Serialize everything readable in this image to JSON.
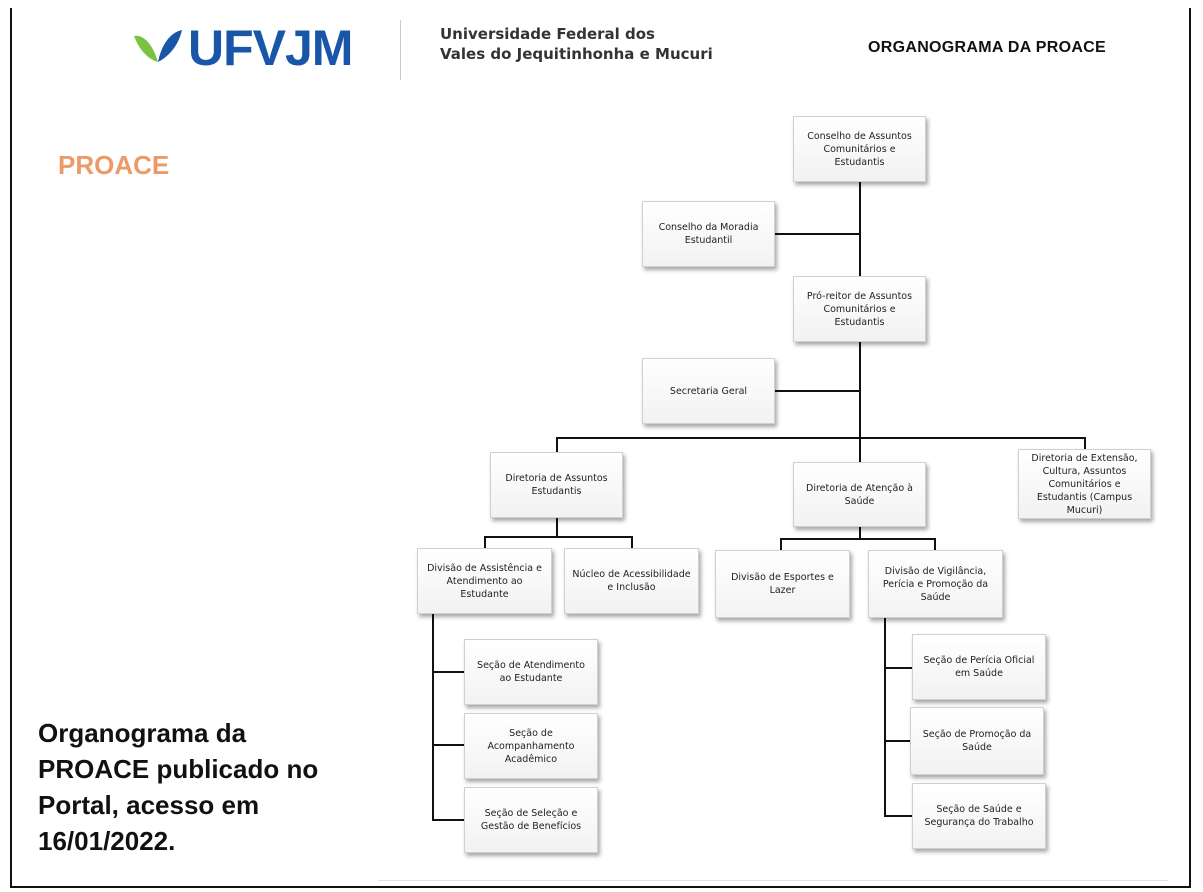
{
  "header": {
    "logo_text": "UFVJM",
    "university_line1": "Universidade Federal dos",
    "university_line2": "Vales do Jequitinhonha e Mucuri",
    "title": "ORGANOGRAMA DA PROACE"
  },
  "side_label": "PROACE",
  "caption": "Organograma da PROACE publicado no Portal, acesso em 16/01/2022.",
  "colors": {
    "logo_blue": "#1a56a8",
    "logo_green": "#7cc242",
    "accent_orange": "#ec9a68"
  },
  "org": {
    "conselho_assuntos": "Conselho de Assuntos Comunitários e Estudantis",
    "conselho_moradia": "Conselho da Moradia Estudantil",
    "pro_reitor": "Pró-reitor de Assuntos Comunitários e Estudantis",
    "secretaria": "Secretaria Geral",
    "diretoria_assuntos": "Diretoria de Assuntos Estudantis",
    "diretoria_saude": "Diretoria de Atenção à Saúde",
    "diretoria_extensao": "Diretoria de Extensão, Cultura, Assuntos Comunitários e Estudantis (Campus Mucuri)",
    "divisao_assistencia": "Divisão de Assistência e Atendimento ao Estudante",
    "nucleo_acessibilidade": "Núcleo de Acessibilidade e Inclusão",
    "divisao_esportes": "Divisão de Esportes e Lazer",
    "divisao_vigilancia": "Divisão de Vigilância, Perícia e Promoção da Saúde",
    "secao_atendimento": "Seção de Atendimento ao Estudante",
    "secao_acompanhamento": "Seção de Acompanhamento Acadêmico",
    "secao_selecao": "Seção de Seleção e Gestão de Benefícios",
    "secao_pericia": "Seção de Perícia Oficial em Saúde",
    "secao_promocao": "Seção de Promoção da Saúde",
    "secao_seguranca": "Seção de Saúde e Segurança do Trabalho"
  }
}
